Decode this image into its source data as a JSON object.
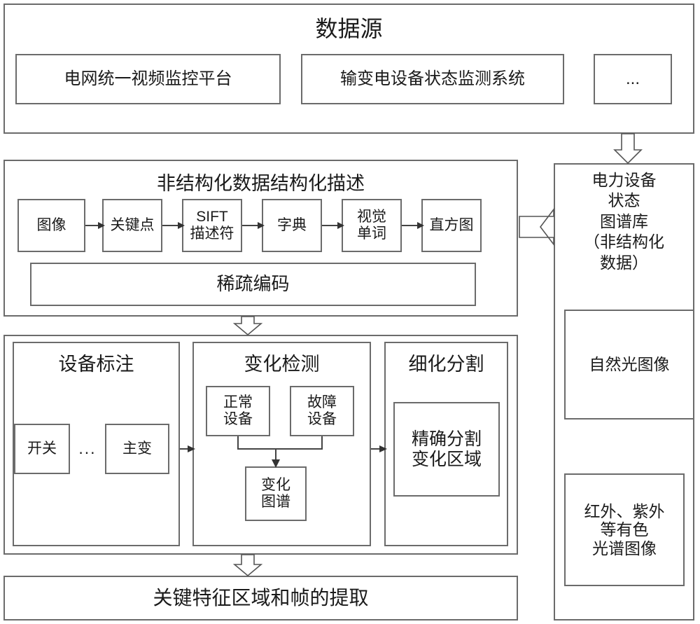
{
  "diagram": {
    "data_source": {
      "title": "数据源",
      "items": [
        {
          "label": "电网统一视频监控平台"
        },
        {
          "label": "输变电设备状态监测系统"
        },
        {
          "label": "..."
        }
      ]
    },
    "pipeline": {
      "title": "非结构化数据结构化描述",
      "stages": [
        {
          "label": "图像"
        },
        {
          "label": "关键点"
        },
        {
          "label": "SIFT\n描述符"
        },
        {
          "label": "字典"
        },
        {
          "label": "视觉\n单词"
        },
        {
          "label": "直方图"
        }
      ],
      "sparse_coding": "稀疏编码"
    },
    "repository": {
      "title": "电力设备\n状态\n图谱库\n（非结构化\n数据）",
      "items": [
        {
          "label": "自然光图像"
        },
        {
          "label": "红外、紫外\n等有色\n光谱图像"
        }
      ]
    },
    "processing": {
      "annotation": {
        "title": "设备标注",
        "first": "开关",
        "ellipsis": "...",
        "last": "主变"
      },
      "change_detection": {
        "title": "变化检测",
        "normal": "正常\n设备",
        "fault": "故障\n设备",
        "result": "变化\n图谱"
      },
      "segmentation": {
        "title": "细化分割",
        "result": "精确分割\n变化区域"
      }
    },
    "output": {
      "label": "关键特征区域和帧的提取"
    },
    "colors": {
      "border": "#6b6b6b",
      "text": "#1a1a1a",
      "background": "#ffffff",
      "arrow": "#555555"
    }
  }
}
